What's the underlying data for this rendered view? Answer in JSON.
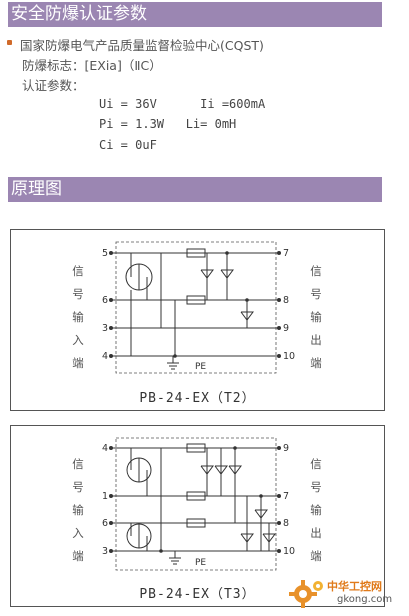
{
  "section1": {
    "title": "安全防爆认证参数",
    "org": "国家防爆电气产品质量监督检验中心(CQST)",
    "mark": "防爆标志：[EXia]（ⅡC）",
    "params_label": "认证参数：",
    "params": [
      "Ui = 36V      Ii =600mA",
      "Pi = 1.3W   Li= 0mH",
      "Ci = 0uF"
    ]
  },
  "section2": {
    "title": "原理图"
  },
  "diagram1": {
    "left_label": [
      "信",
      "号",
      "输",
      "入",
      "端"
    ],
    "right_label": [
      "信",
      "号",
      "输",
      "出",
      "端"
    ],
    "left_terminals": [
      "5",
      "6",
      "3",
      "4"
    ],
    "right_terminals": [
      "7",
      "8",
      "9",
      "10"
    ],
    "ground_label": "PE",
    "model": "PB-24-EX（T2）"
  },
  "diagram2": {
    "left_label": [
      "信",
      "号",
      "输",
      "入",
      "端"
    ],
    "right_label": [
      "信",
      "号",
      "输",
      "出",
      "端"
    ],
    "left_terminals": [
      "4",
      "1",
      "6",
      "3"
    ],
    "right_terminals": [
      "9",
      "7",
      "8",
      "10"
    ],
    "ground_label": "PE",
    "model": "PB-24-EX（T3）"
  },
  "watermark": {
    "brand": "中华工控网",
    "site": "gkong.com"
  }
}
